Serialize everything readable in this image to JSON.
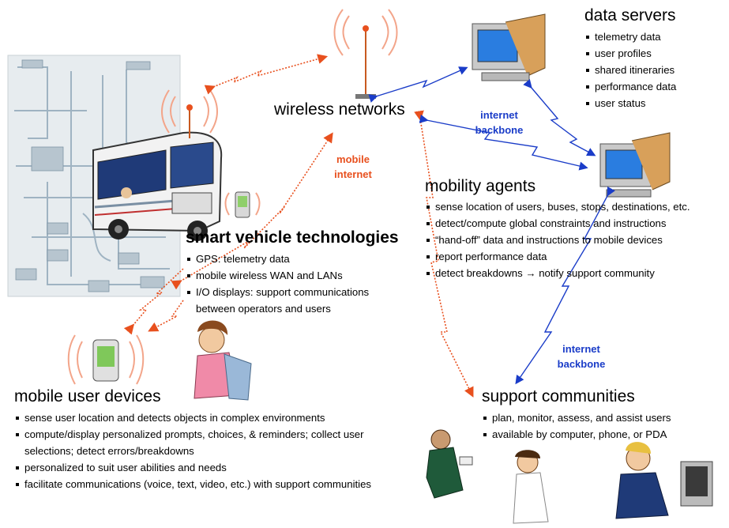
{
  "wireless": {
    "title": "wireless networks"
  },
  "labels": {
    "mobile_internet": [
      "mobile",
      "internet"
    ],
    "backbone_top": [
      "internet",
      "backbone"
    ],
    "backbone_right": [
      "internet",
      "backbone"
    ]
  },
  "data_servers": {
    "title": "data servers",
    "items": [
      "telemetry data",
      "user profiles",
      "shared itineraries",
      "performance data",
      "user status"
    ]
  },
  "mobility_agents": {
    "title": "mobility agents",
    "items": [
      "sense location of users, buses, stops, destinations, etc.",
      "detect/compute global constraints and instructions",
      "“hand-off” data and instructions to mobile devices",
      "report performance data",
      "detect breakdowns → notify support community"
    ]
  },
  "smart_vehicle": {
    "title": "smart vehicle technologies",
    "items": [
      "GPS: telemetry data",
      "mobile wireless WAN and LANs",
      "I/O displays: support communications between operators and users"
    ]
  },
  "mobile_user_devices": {
    "title": "mobile user devices",
    "items": [
      "sense user location and detects objects in complex environments",
      "compute/display personalized prompts, choices, & reminders; collect user selections; detect errors/breakdowns",
      "personalized to suit user abilities and needs",
      "facilitate communications (voice, text, video, etc.) with support communities"
    ]
  },
  "support_communities": {
    "title": "support communities",
    "items": [
      "plan, monitor, assess, and assist users",
      "available by computer, phone, or PDA"
    ]
  },
  "colors": {
    "wireless_link": "#e8501e",
    "backbone_link": "#1a3cc8",
    "map_bg": "#e7ecef",
    "bus_body": "#f2f2f2"
  },
  "icons": [
    "antenna-icon",
    "server-computer-icon",
    "bus-icon",
    "city-map-image",
    "pda-icon",
    "student-clipart",
    "businesswoman-clipart",
    "nurse-clipart",
    "operator-clipart"
  ]
}
